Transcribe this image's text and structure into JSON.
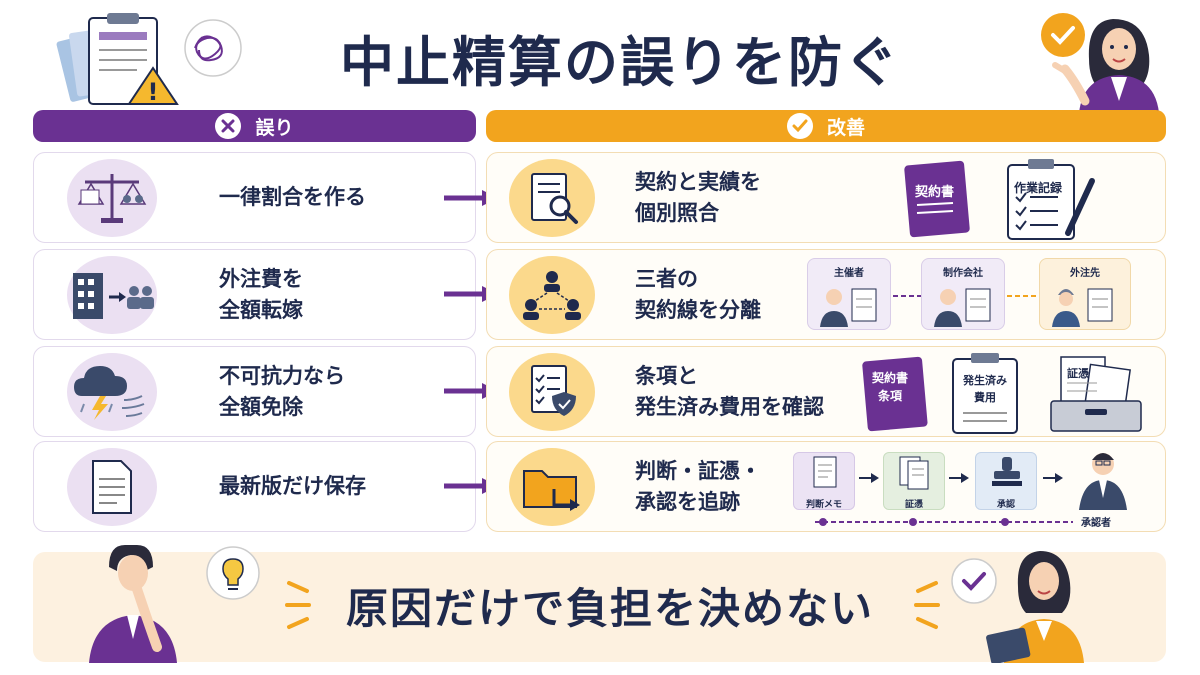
{
  "title": "中止精算の誤りを防ぐ",
  "headers": {
    "left": "誤り",
    "right": "改善"
  },
  "rows": [
    {
      "mistake": "一律割合を作る",
      "fix": "契約と実績を\n個別照合"
    },
    {
      "mistake": "外注費を\n全額転嫁",
      "fix": "三者の\n契約線を分離"
    },
    {
      "mistake": "不可抗力なら\n全額免除",
      "fix": "条項と\n発生済み費用を確認"
    },
    {
      "mistake": "最新版だけ保存",
      "fix": "判断・証憑・\n承認を追跡"
    }
  ],
  "row1_items": {
    "contract_book": "契約書",
    "work_log": "作業記録"
  },
  "row2_parties": [
    "主催者",
    "制作会社",
    "外注先"
  ],
  "row3_items": {
    "contract_clause": "契約書\n条項",
    "incurred_cost": "発生済み\n費用",
    "evidence": "証憑"
  },
  "row4_flow": [
    "判断メモ",
    "証憑",
    "承認"
  ],
  "row4_approver": "承認者",
  "slogan": "原因だけで負担を決めない",
  "colors": {
    "purple": "#6a3192",
    "orange": "#f2a41e",
    "navy": "#1f2a4d"
  }
}
